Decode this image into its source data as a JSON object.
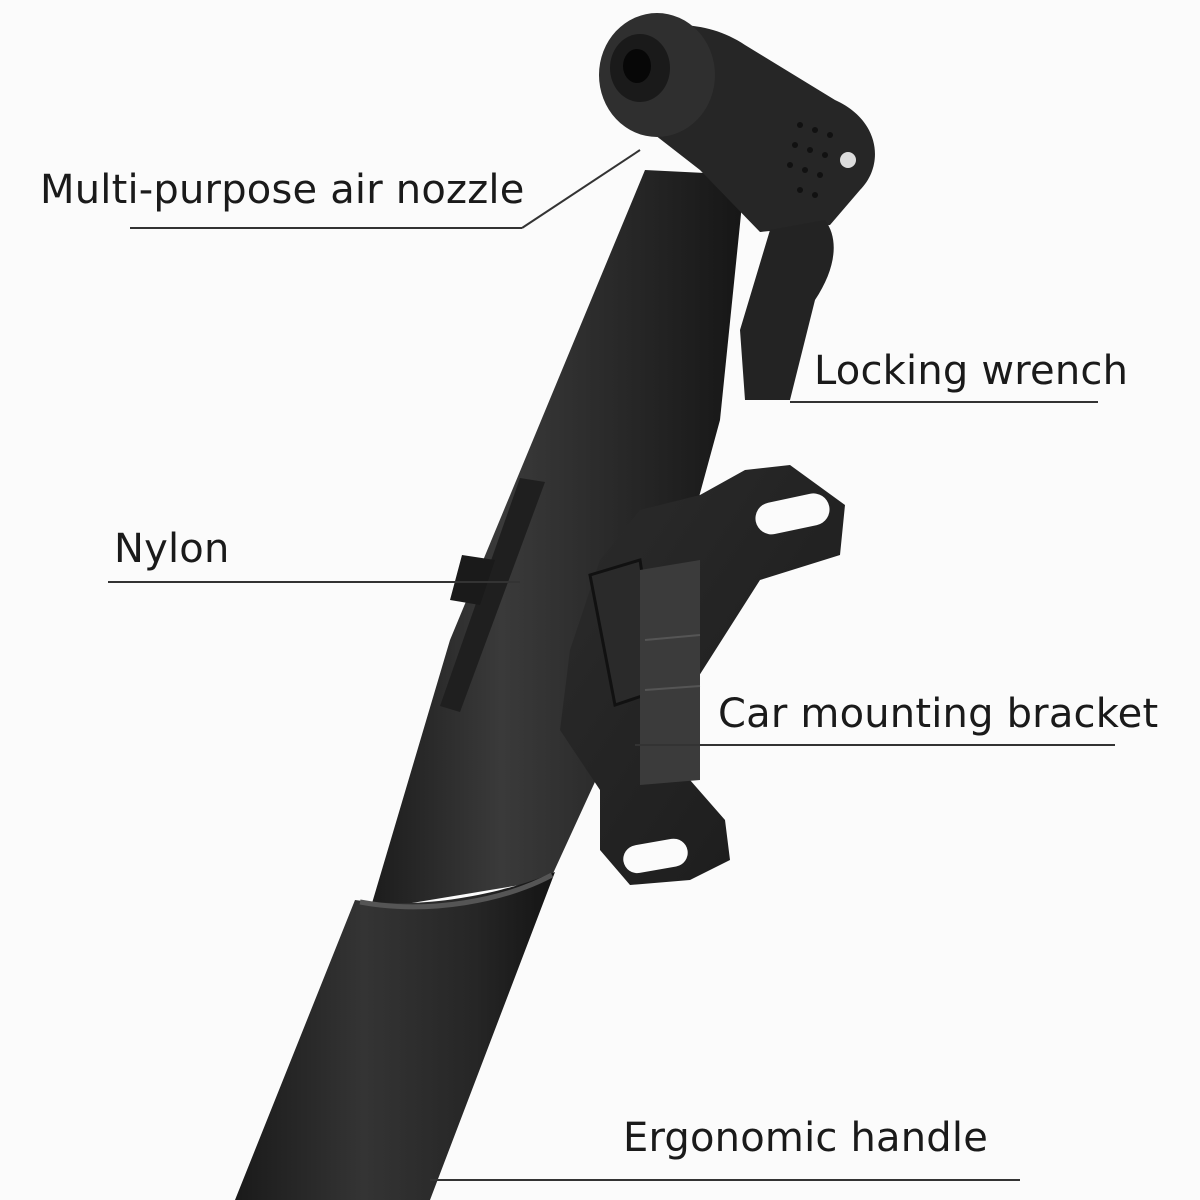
{
  "callouts": {
    "nozzle": "Multi-purpose air nozzle",
    "wrench": "Locking wrench",
    "nylon": "Nylon",
    "bracket": "Car mounting bracket",
    "handle": "Ergonomic handle"
  },
  "colors": {
    "background": "#fbfbfb",
    "pump_body": "#2a2a2a",
    "label_text": "#1a1a1a",
    "leader_line": "#333333"
  },
  "icons": {
    "product": "bicycle-pump-illustration"
  }
}
